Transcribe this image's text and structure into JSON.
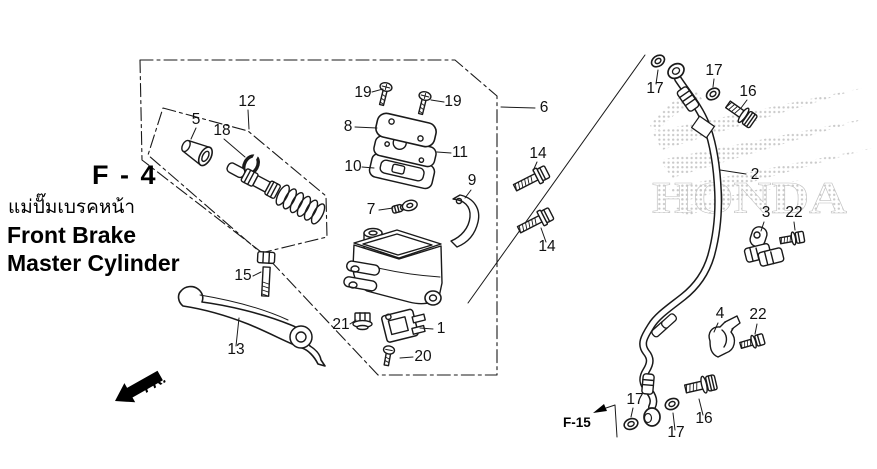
{
  "page": {
    "section_code": "F - 4",
    "title_thai": "แม่ปั๊มเบรคหน้า",
    "title_en_line1": "Front Brake",
    "title_en_line2": "Master Cylinder",
    "front_marker": "FR.",
    "cross_reference": "F-15",
    "watermark_text": "HONDA"
  },
  "diagram": {
    "type": "exploded-parts-diagram",
    "subject": "Front brake master cylinder, reservoir, brake lever and brake hose",
    "colors": {
      "line": "#1a1a1a",
      "background": "#ffffff",
      "watermark_gray": "#c9c9c9"
    },
    "callouts": [
      {
        "text": "19"
      },
      {
        "text": "19"
      },
      {
        "text": "8"
      },
      {
        "text": "11"
      },
      {
        "text": "10"
      },
      {
        "text": "7"
      },
      {
        "text": "9"
      },
      {
        "text": "6"
      },
      {
        "text": "14"
      },
      {
        "text": "14"
      },
      {
        "text": "12"
      },
      {
        "text": "5"
      },
      {
        "text": "18"
      },
      {
        "text": "15"
      },
      {
        "text": "13"
      },
      {
        "text": "21"
      },
      {
        "text": "1"
      },
      {
        "text": "20"
      },
      {
        "text": "2"
      },
      {
        "text": "17"
      },
      {
        "text": "17"
      },
      {
        "text": "16"
      },
      {
        "text": "3"
      },
      {
        "text": "22"
      },
      {
        "text": "4"
      },
      {
        "text": "22"
      },
      {
        "text": "17"
      },
      {
        "text": "17"
      },
      {
        "text": "16"
      }
    ]
  }
}
